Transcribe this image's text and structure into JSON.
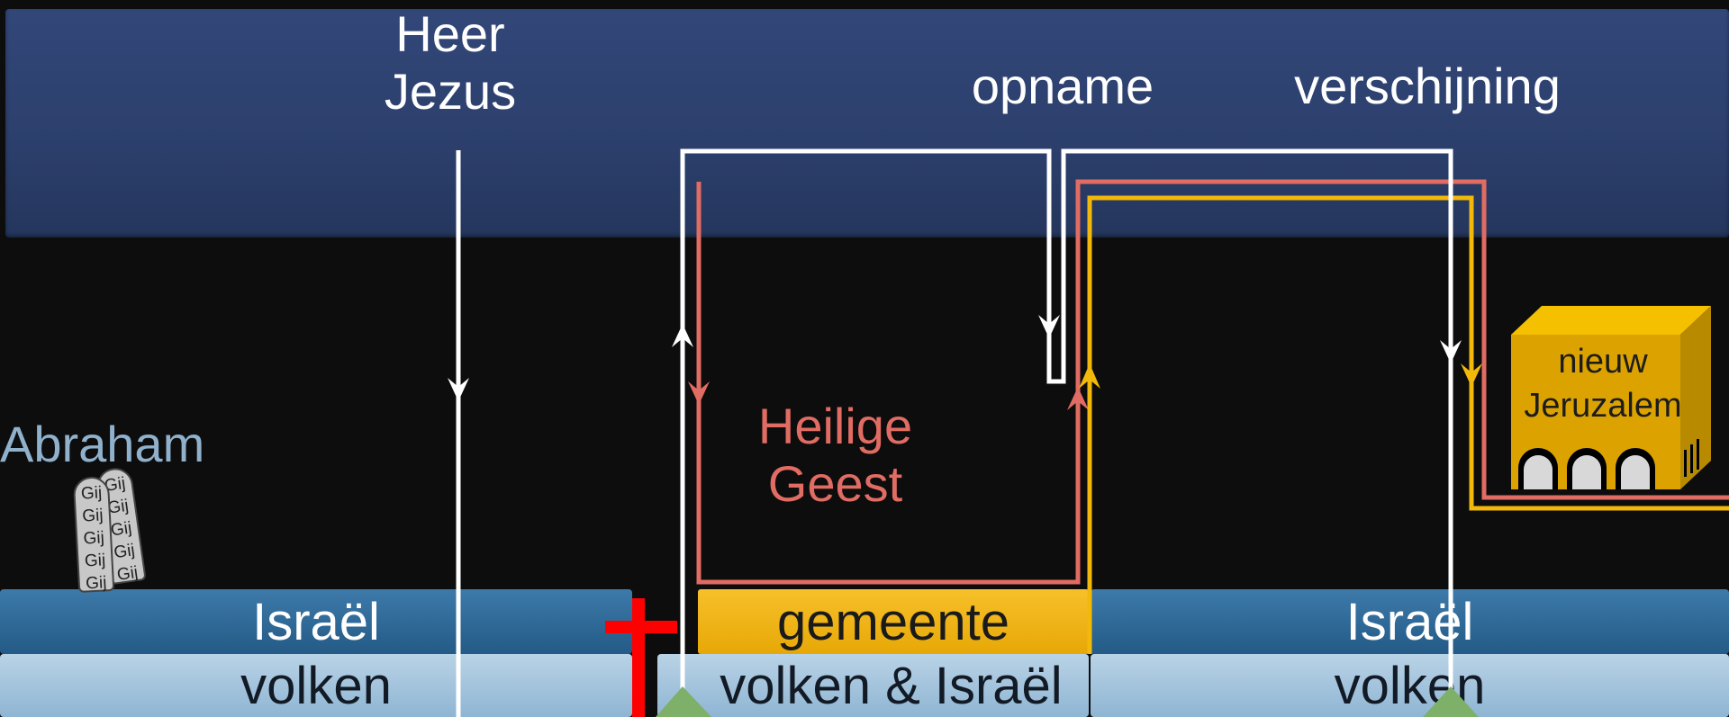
{
  "labels": {
    "heer_jezus": "Heer\nJezus",
    "opname": "opname",
    "verschijning": "verschijning",
    "abraham": "Abraham",
    "heilige_geest": "Heilige\nGeest",
    "nieuw_jeruzalem": "nieuw\nJeruzalem"
  },
  "bands": {
    "israel_left": "Israël",
    "israel_right": "Israël",
    "gemeente": "gemeente",
    "volken_left": "volken",
    "volken_middle": "volken & Israël",
    "volken_right": "volken"
  },
  "tablets": {
    "text": "Gij\nGij\nGij\nGij\nGij"
  },
  "colors": {
    "sky": "#2c3f6c",
    "holy_spirit": "#e06c63",
    "gold": "#f2b90a",
    "cross": "#ff0000",
    "abraham": "#8fb1cc"
  }
}
